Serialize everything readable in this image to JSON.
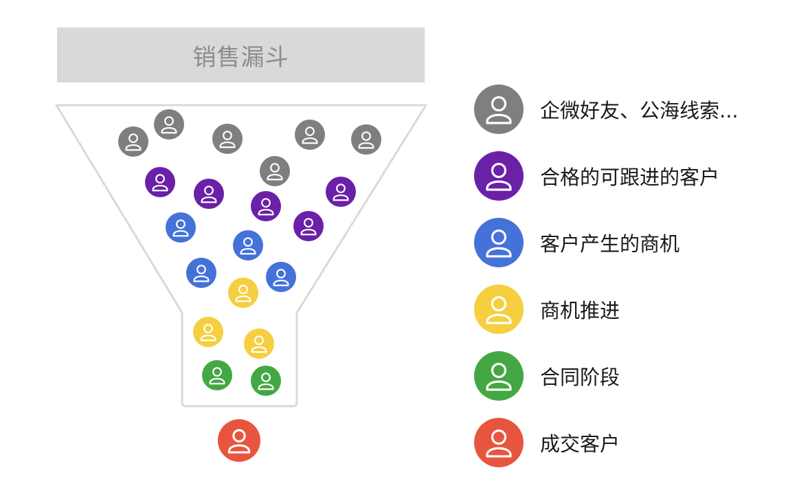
{
  "title": "销售漏斗",
  "colors": {
    "funnel_outline": "#d9d9d9",
    "lead": "#7f7f7f",
    "qualified": "#6b20a8",
    "opportunity": "#4472d9",
    "advancing": "#f5cf3f",
    "contract": "#43a843",
    "closed": "#e8553f"
  },
  "legend": [
    {
      "key": "lead",
      "label": "企微好友、公海线索...",
      "icon": "person-icon"
    },
    {
      "key": "qualified",
      "label": "合格的可跟进的客户",
      "icon": "person-icon"
    },
    {
      "key": "opportunity",
      "label": "客户产生的商机",
      "icon": "person-icon"
    },
    {
      "key": "advancing",
      "label": "商机推进",
      "icon": "person-icon"
    },
    {
      "key": "contract",
      "label": "合同阶段",
      "icon": "person-icon"
    },
    {
      "key": "closed",
      "label": "成交客户",
      "icon": "person-icon"
    }
  ],
  "funnel_people": [
    {
      "stage": "lead"
    },
    {
      "stage": "lead"
    },
    {
      "stage": "lead"
    },
    {
      "stage": "lead"
    },
    {
      "stage": "lead"
    },
    {
      "stage": "lead"
    },
    {
      "stage": "qualified"
    },
    {
      "stage": "qualified"
    },
    {
      "stage": "qualified"
    },
    {
      "stage": "qualified"
    },
    {
      "stage": "qualified"
    },
    {
      "stage": "opportunity"
    },
    {
      "stage": "opportunity"
    },
    {
      "stage": "opportunity"
    },
    {
      "stage": "opportunity"
    },
    {
      "stage": "advancing"
    },
    {
      "stage": "advancing"
    },
    {
      "stage": "advancing"
    },
    {
      "stage": "contract"
    },
    {
      "stage": "contract"
    },
    {
      "stage": "closed"
    }
  ]
}
